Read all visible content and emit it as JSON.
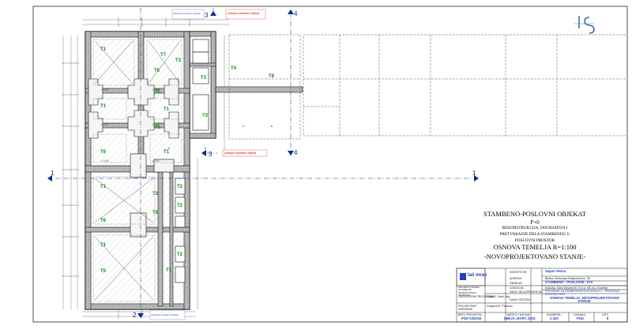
{
  "project": {
    "title_lines": [
      "STAMBENO-POSLOVNI OBJEKAT",
      "P+0",
      "REKONSTRUKCIJA, DOGRADNJA I",
      "PRETVARANJE DELA STAMBENOG U",
      "POSLOVNI PROSTOR",
      "OSNOVA TEMELJA R=1:100",
      "-NOVOPROJEKTOVANO STANJE-"
    ]
  },
  "foundation_labels": {
    "t1": "T1",
    "t2": "T2",
    "t3": "T3",
    "t4": "T4",
    "t5": "T5",
    "t6": "T6",
    "t7": "T7",
    "t8": "T8"
  },
  "section_marks": {
    "s1": "1",
    "s2": "2",
    "s3": "3",
    "s4": "4"
  },
  "annotations": {
    "existing_object": "postojeći stambeni objekat",
    "removed_existing": "uklonjeni postojeći objekat"
  },
  "title_block": {
    "company": "lali mrav",
    "company_sub": "PROJEKTOVANJE I IZVOĐENJE GRAĐEVINSKIH OBJEKATA",
    "investor_label": "INVESTITOR:",
    "investor": "Sapun Vesna",
    "address_label": "ADRESA:",
    "address": "Beška, Svetozara Dejanovića br. 35",
    "object_label": "OBJEKAT:",
    "object": "STAMBENO - POSLOVNI - P+0",
    "location_label": "LOKACIJA:",
    "location": "Kuluska, Cara Dušana br. 5, k.p. 4/5, k.o. Kulurka",
    "part_label": "NAZIV DELA PROJEKTA:",
    "part": "PROJEKAT ZA GRAĐEVINSKU DOZVOLU 1 - PROJEKAT ARHITEKTURE",
    "drawing_label": "NAZIV CRTEŽA:",
    "drawing": "OSNOVA TEMELJA -NOVOPROJEKTOVANO STANJE-",
    "design_number_label": "BROJ PROJEKTA:",
    "design_number": "PGD 03/2015",
    "place_date_label": "MESTO I DATUM:",
    "place_date": "INĐIJA, MART, 2015.",
    "scale_label": "RAZMERA:",
    "scale": "1:100",
    "phase_label": "OZNAKA:",
    "phase": "PGD",
    "sheet_label": "LIST:",
    "sheet": "8",
    "designer_label": "PROJEKTANT",
    "designer_role": "SARADNIK",
    "responsible_label": "ODGOVORNI PROJEKTANT",
    "designer_name": "Dragana D. Pavlović",
    "responsible_name": "Rajko J. Zarić, dig"
  }
}
